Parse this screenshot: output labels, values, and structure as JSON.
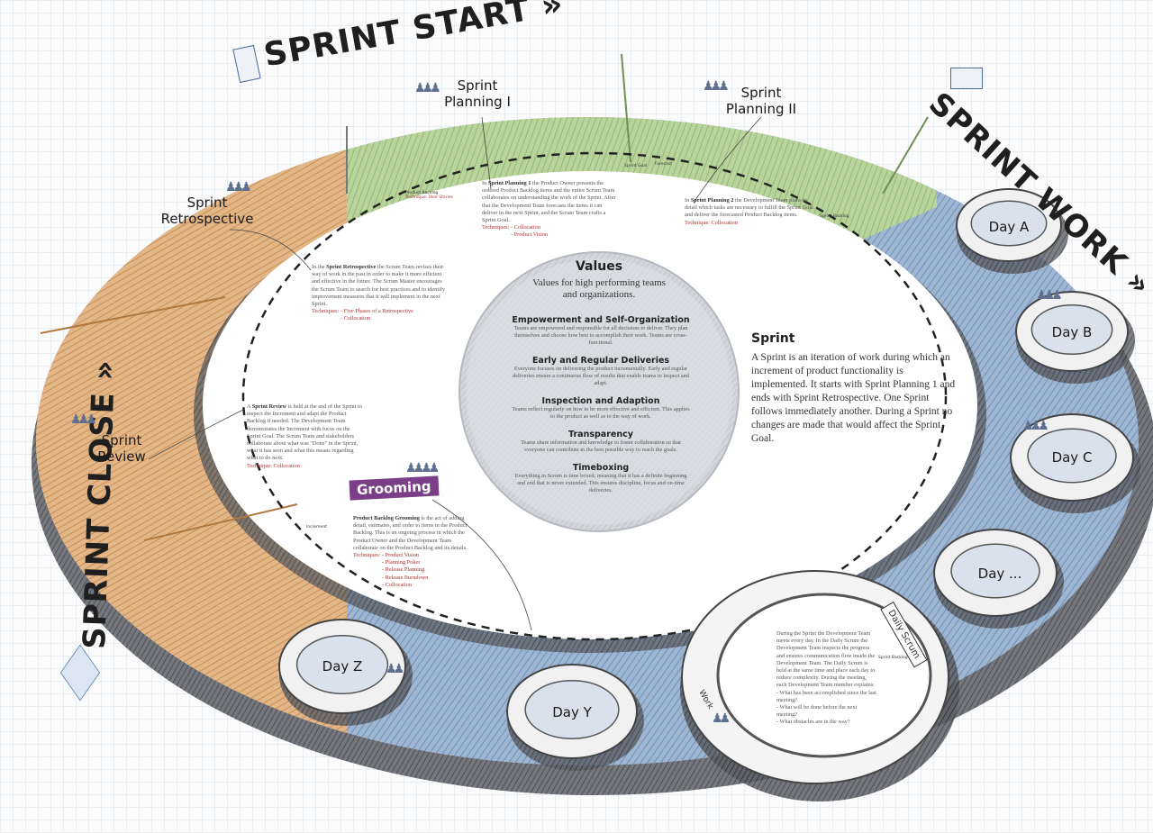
{
  "phases": {
    "start": "SPRINT START »",
    "work": "SPRINT WORK »",
    "close": "SPRINT CLOSE »"
  },
  "segments": {
    "planning1": "Sprint Planning I",
    "planning2": "Sprint Planning II",
    "retrospective": "Sprint Retrospective",
    "review": "Sprint Review",
    "grooming": "Grooming",
    "daily_scrum": "Daily Scrum",
    "work": "Work"
  },
  "days": [
    "Day A",
    "Day B",
    "Day C",
    "Day ...",
    "Day Z",
    "Day Y"
  ],
  "artifacts": {
    "product_backlog": "Product Backlog",
    "technique_user_stories": "Technique: User Stories",
    "sprint_goal": "Sprint Goal",
    "forecast": "Forecast",
    "sprint_backlog": "Sprint Backlog",
    "sprint_backlog_daily": "Sprint Backlog",
    "increment": "Increment"
  },
  "notes": {
    "planning1": {
      "lead": "In ",
      "bold": "Sprint Planning 1",
      "text": " the Product Owner presents the ordered Product Backlog items and the entire Scrum Team collaborates on understanding the work of the Sprint. After that the Development Team forecasts the items it can deliver in the next Sprint, and the Scrum Team crafts a Sprint Goal.",
      "tech_label": "Techniques:",
      "techniques": [
        "- Collocation",
        "- Product Vision"
      ]
    },
    "planning2": {
      "lead": "In ",
      "bold": "Sprint Planning 2",
      "text": " the Development Team plans in detail which tasks are necessary to fulfill the Sprint Goal and deliver the forecasted Product Backlog items.",
      "tech_label": "Technique: Collocation"
    },
    "retrospective": {
      "lead": "In the ",
      "bold": "Sprint Retrospective",
      "text": " the Scrum Team revises their way of work in the past in order to make it more efficient and effective in the future. The Scrum Master encourages the Scrum Team to search for best practices and to identify improvement measures that it will implement in the next Sprint.",
      "tech_label": "Techniques:",
      "techniques": [
        "- Five Phases of a Retrospective",
        "- Collocation"
      ]
    },
    "review": {
      "lead": "A ",
      "bold": "Sprint Review",
      "text": " is held at the end of the Sprint to inspect the Increment and adapt the Product Backlog if needed. The Development Team demonstrates the Increment with focus on the Sprint Goal. The Scrum Team and stakeholders collaborate about what was \"Done\" in the Sprint, what it has seen and what this means regarding what to do next.",
      "tech_label": "Technique: Collocation"
    },
    "grooming": {
      "bold": "Product Backlog Grooming",
      "text": " is the act of adding detail, estimates, and order to items in the Product Backlog. This is an ongoing process in which the Product Owner and the Development Team collaborate on the Product Backlog and its details.",
      "tech_label": "Techniques:",
      "techniques": [
        "- Product Vision",
        "- Planning Poker",
        "- Release Planning",
        "- Release Burndown",
        "- Collocation"
      ]
    },
    "daily": {
      "text": "During the Sprint the Development Team meets every day. In the Daily Scrum the Development Team inspects the progress and ensures communication flow inside the Development Team. The Daily Scrum is held at the same time and place each day to reduce complexity. During the meeting, each Development Team member explains:",
      "bullets": [
        "- What has been accomplished since the last meeting?",
        "- What will be done before the next meeting?",
        "- What obstacles are in the way?"
      ]
    }
  },
  "values": {
    "title": "Values",
    "subtitle": "Values for high performing teams and organizations.",
    "items": [
      {
        "heading": "Empowerment and Self-Organization",
        "text": "Teams are empowered and responsible for all decisions to deliver. They plan themselves and choose how best to accomplish their work. Teams are cross-functional."
      },
      {
        "heading": "Early and Regular Deliveries",
        "text": "Everyone focuses on delivering the product incrementally. Early and regular deliveries ensure a continuous flow of results that enable teams to inspect and adapt."
      },
      {
        "heading": "Inspection and Adaption",
        "text": "Teams reflect regularly on how to be more effective and efficient. This applies to the product as well as to the way of work."
      },
      {
        "heading": "Transparency",
        "text": "Teams share information and knowledge to foster collaboration so that everyone can contribute in the best possible way to reach the goals."
      },
      {
        "heading": "Timeboxing",
        "text": "Everything in Scrum is time boxed, meaning that it has a definite beginning and end that is never extended. This ensures discipline, focus and on-time deliveries."
      }
    ]
  },
  "sprint": {
    "title": "Sprint",
    "text": "A Sprint is an iteration of work during which an increment of product functionality is implemented. It starts with Sprint Planning 1 and ends with Sprint Retrospective. One Sprint follows immediately another. During a Sprint no changes are made that would affect the Sprint Goal."
  },
  "colors": {
    "green": "#a9c98a",
    "orange": "#d9a56f",
    "blue": "#8aa5c6",
    "grooming": "#7a3f86",
    "technique": "#b03030"
  }
}
